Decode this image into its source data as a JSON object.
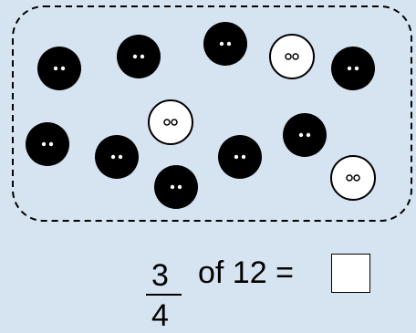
{
  "question": {
    "numerator": "3",
    "denominator": "4",
    "text": "of 12 =",
    "answer": ""
  },
  "buttons": {
    "total": 12,
    "filled": 9,
    "open": 3
  },
  "colors": {
    "background": "#d6e4f2",
    "button_fill": "#000000",
    "open_button_fill": "#ffffff"
  }
}
